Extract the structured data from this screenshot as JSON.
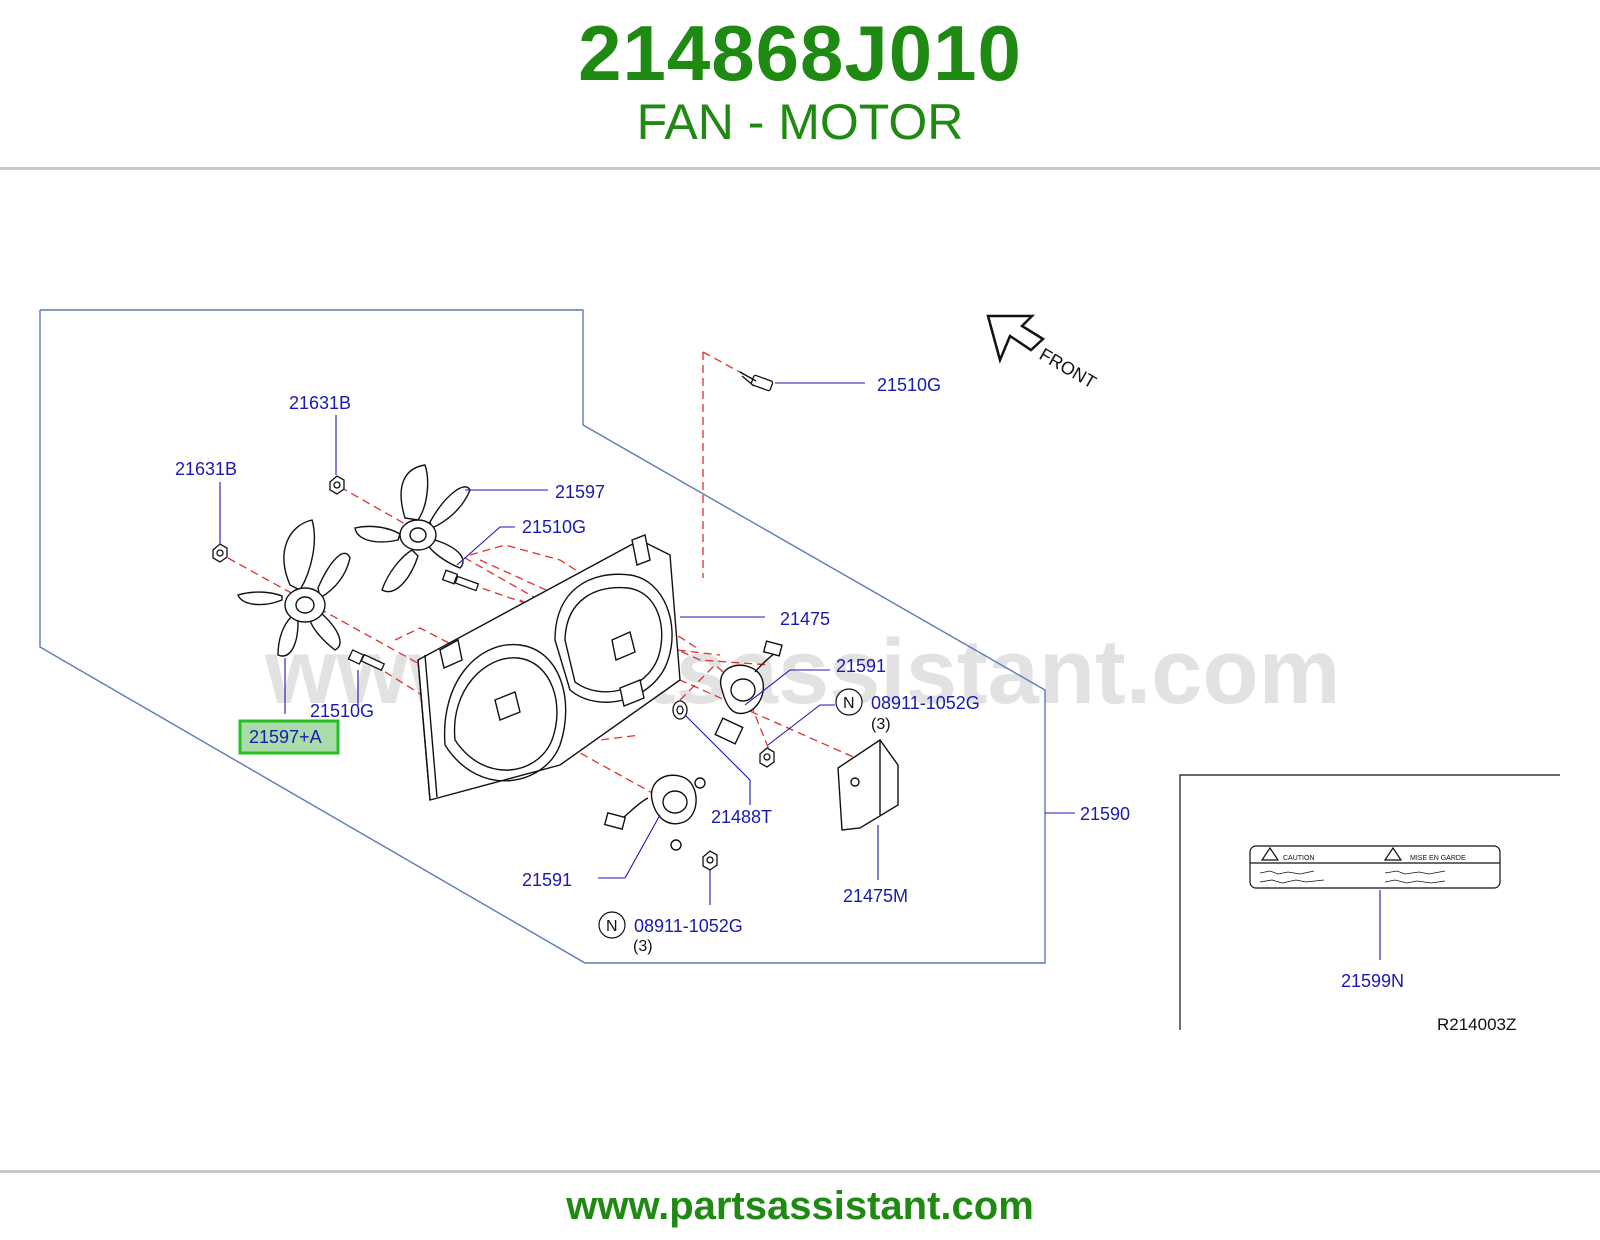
{
  "header": {
    "part_number": "214868J010",
    "part_name": "FAN - MOTOR"
  },
  "footer": {
    "url": "www.partsassistant.com"
  },
  "diagram": {
    "watermark": "www.partsassistant.com",
    "front_label": "FRONT",
    "figure_code": "R214003Z",
    "callouts": {
      "c21510g_top": "21510G",
      "c21631b_upper": "21631B",
      "c21631b_lower": "21631B",
      "c21597": "21597",
      "c21510g_mid": "21510G",
      "c21475": "21475",
      "c21591_upper": "21591",
      "c08911_upper": "08911-1052G",
      "c3_upper": "(3)",
      "c21510g_low": "21510G",
      "c21597a": "21597+A",
      "c21488t": "21488T",
      "c21590": "21590",
      "c21591_lower": "21591",
      "c21475m": "21475M",
      "c08911_lower": "08911-1052G",
      "c3_lower": "(3)",
      "c21599n": "21599N",
      "n_upper": "N",
      "n_lower": "N"
    },
    "caution_label": {
      "left_title": "CAUTION",
      "right_title": "MISE  EN  GARDE"
    }
  },
  "colors": {
    "brand_green": "#1f8a12",
    "callout_blue": "#1a1ab0",
    "highlight_green": "#22c020",
    "highlight_fill": "#a9dca8",
    "frame_blue": "#5a7ab8",
    "dash_red": "#e03030"
  }
}
